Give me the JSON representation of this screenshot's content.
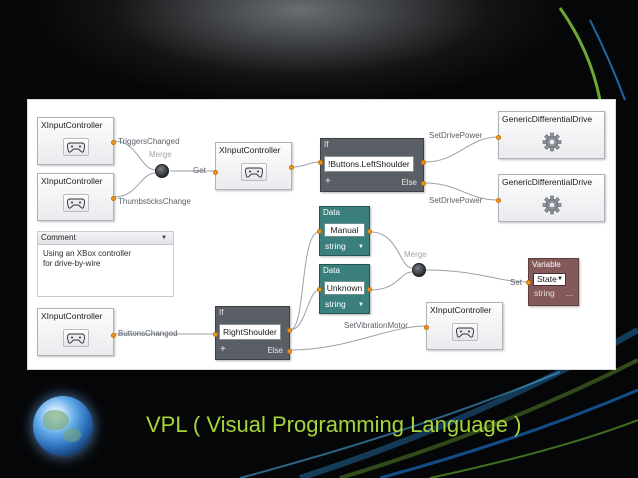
{
  "slide": {
    "title": "VPL  ( Visual Programming Language )",
    "title_color": "#a8d63a"
  },
  "diagram": {
    "controllers": [
      {
        "title": "XInputController",
        "icon": "gamepad-icon"
      },
      {
        "title": "XInputController",
        "icon": "gamepad-icon"
      },
      {
        "title": "XInputController",
        "icon": "gamepad-icon"
      },
      {
        "title": "XInputController",
        "icon": "gamepad-icon"
      },
      {
        "title": "XInputController",
        "icon": "gamepad-icon"
      }
    ],
    "drives": [
      {
        "title": "GenericDifferentialDrive",
        "icon": "gear-icon"
      },
      {
        "title": "GenericDifferentialDrive",
        "icon": "gear-icon"
      }
    ],
    "if_top": {
      "title": "If",
      "condition": "!Buttons.LeftShoulder",
      "plus": "+",
      "else": "Else"
    },
    "if_bottom": {
      "title": "If",
      "condition": "RightShoulder",
      "plus": "+",
      "else": "Else"
    },
    "data_manual": {
      "title": "Data",
      "value": "Manual",
      "type": "string"
    },
    "data_unknown": {
      "title": "Data",
      "value": "Unknown",
      "type": "string"
    },
    "variable": {
      "title": "Variable",
      "value": "State",
      "type": "string",
      "more": "..."
    },
    "comment": {
      "title": "Comment",
      "text": "Using an XBox controller\nfor drive-by-wire"
    },
    "wire_labels": {
      "triggers_changed": "TriggersChanged",
      "thumbsticks_change": "ThumbsticksChange",
      "merge_top": "Merge",
      "get": "Get",
      "set_drive_power_1": "SetDrivePower",
      "set_drive_power_2": "SetDrivePower",
      "merge_mid": "Merge",
      "set": "Set",
      "buttons_changed": "ButtonsChanged",
      "set_vibration_motor": "SetVibrationMotor"
    },
    "colors": {
      "port": "#f29a1e",
      "wire": "#9aa1a8",
      "if_node": "#5a5f65",
      "data_node": "#3b7f7c",
      "variable_node": "#83595a"
    }
  }
}
